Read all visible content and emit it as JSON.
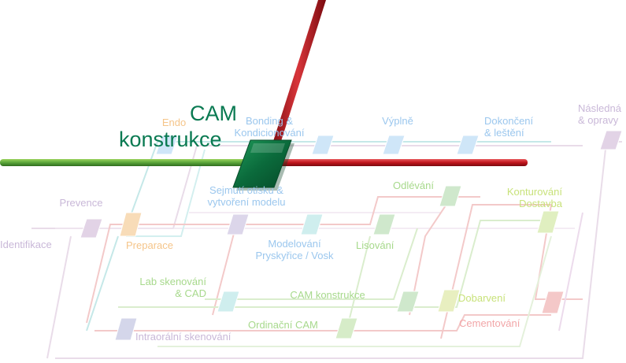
{
  "title": {
    "line1": "CAM",
    "line2": "konstrukce"
  },
  "labels": {
    "endo": "Endo",
    "bonding": "Bonding &\nKondicionování",
    "vyplne": "Výplně",
    "dokonceni": "Dokončení\n& leštění",
    "nasledna": "Následná\n& opravy",
    "prevence": "Prevence",
    "identifikace": "Identifikace",
    "preparace": "Preparace",
    "sejmuti": "Sejmutí otisku &\nvytvoření modelu",
    "odlevani": "Odlévání",
    "konturovani": "Konturování\nDostavba",
    "modelovani": "Modelování\nPryskyřice / Vosk",
    "lisovani": "Lisování",
    "lab_skenovani": "Lab skenování\n& CAD",
    "cam_konstrukce": "CAM konstrukce",
    "dobarveni": "Dobarvení",
    "intraoralni": "Intraorální skenování",
    "ordinacni_cam": "Ordinační CAM",
    "cementovani": "Cementování"
  },
  "colors": {
    "accent_green": "#0a7a52",
    "line_green": "#5aa53a",
    "line_red": "#c0141c",
    "label_blue": "#9bc7ee",
    "label_orange": "#f5c58a",
    "label_green": "#a7d98c",
    "label_purple": "#c9b8d8",
    "label_red": "#f2a6a8",
    "label_lime": "#c8e27a",
    "bg_line_purple": "#e7d9e7",
    "bg_line_teal": "#bfe6e6",
    "bg_line_red": "#f2c4c4",
    "bg_line_green": "#d6ecc8"
  }
}
